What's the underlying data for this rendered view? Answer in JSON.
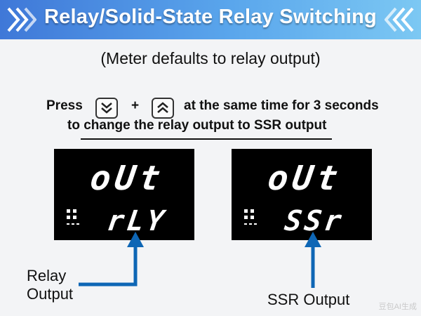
{
  "banner": {
    "title": "Relay/Solid-State Relay Switching",
    "left_icon": "double-chevron-right-icon",
    "right_icon": "double-chevron-left-icon"
  },
  "subtitle": "(Meter defaults to relay output)",
  "instruction": {
    "press": "Press",
    "down_key_icon": "double-chevron-down-key-icon",
    "plus": "+",
    "up_key_icon": "double-chevron-up-key-icon",
    "rest": "at the same time for 3 seconds",
    "line2": "to change the relay output to SSR output"
  },
  "displays": [
    {
      "top": "oUt",
      "bottom": "rLY",
      "label_line1": "Relay",
      "label_line2": "Output"
    },
    {
      "top": "oUt",
      "bottom": "SSr",
      "label": "SSR Output"
    }
  ],
  "watermark": "豆包AI生成",
  "colors": {
    "accent_blue": "#0e66b5",
    "banner_start": "#3f78d8",
    "banner_end": "#7cc8f3"
  }
}
